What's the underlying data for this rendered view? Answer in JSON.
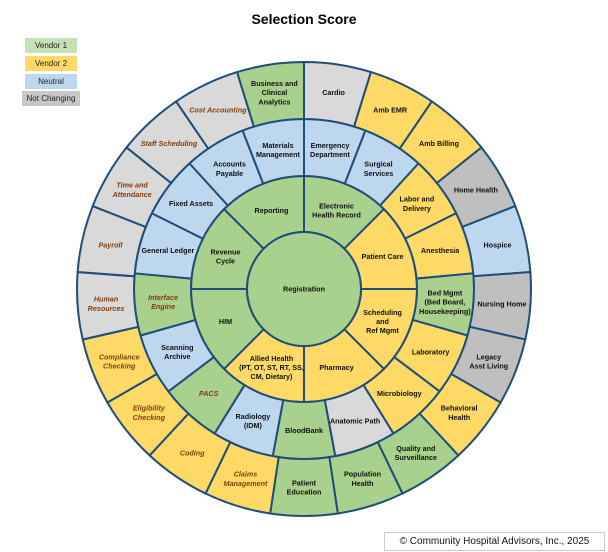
{
  "title": "Selection Score",
  "legend": [
    {
      "label": "Vendor 1",
      "color": "#c5e0b4"
    },
    {
      "label": "Vendor 2",
      "color": "#ffd966"
    },
    {
      "label": "Neutral",
      "color": "#bdd7ee"
    },
    {
      "label": "Not Changing",
      "color": "#c8c8c8"
    }
  ],
  "colors": {
    "green": "#a9d18e",
    "yellow": "#ffd966",
    "blue": "#bdd7ee",
    "gray": "#d9d9d9",
    "darkgray": "#bfbfbf",
    "stroke": "#1f4e79"
  },
  "center": {
    "label": [
      "Registration"
    ],
    "color": "green"
  },
  "rings": [
    {
      "name": "core",
      "segments": [
        {
          "label": [
            "Electronic",
            "Health Record"
          ],
          "color": "green"
        },
        {
          "label": [
            "Patient Care"
          ],
          "color": "yellow"
        },
        {
          "label": [
            "Scheduling",
            "and",
            "Ref Mgmt"
          ],
          "color": "yellow"
        },
        {
          "label": [
            "Pharmacy"
          ],
          "color": "yellow"
        },
        {
          "label": [
            "Allied Health",
            "(PT, OT, ST, RT, SS,",
            "CM, Dietary)"
          ],
          "color": "yellow"
        },
        {
          "label": [
            "HIM"
          ],
          "color": "green"
        },
        {
          "label": [
            "Revenue",
            "Cycle"
          ],
          "color": "green"
        },
        {
          "label": [
            "Reporting"
          ],
          "color": "green"
        }
      ]
    },
    {
      "name": "middle",
      "segments": [
        {
          "label": [
            "Emergency",
            "Department"
          ],
          "color": "blue"
        },
        {
          "label": [
            "Surgical",
            "Services"
          ],
          "color": "blue"
        },
        {
          "label": [
            "Labor and",
            "Delivery"
          ],
          "color": "yellow"
        },
        {
          "label": [
            "Anesthesia"
          ],
          "color": "yellow"
        },
        {
          "label": [
            "Bed Mgmt",
            "(Bed Board,",
            "Housekeeping)"
          ],
          "color": "green"
        },
        {
          "label": [
            "Laboratory"
          ],
          "color": "yellow"
        },
        {
          "label": [
            "Microbiology"
          ],
          "color": "yellow"
        },
        {
          "label": [
            "Anatomic Path"
          ],
          "color": "gray"
        },
        {
          "label": [
            "BloodBank"
          ],
          "color": "green"
        },
        {
          "label": [
            "Radiology",
            "(IDM)"
          ],
          "color": "blue"
        },
        {
          "label": [
            "PACS"
          ],
          "color": "green",
          "italic": true
        },
        {
          "label": [
            "Scanning",
            "Archive"
          ],
          "color": "blue"
        },
        {
          "label": [
            "Interface",
            "Engine"
          ],
          "color": "green",
          "italic": true
        },
        {
          "label": [
            "General Ledger"
          ],
          "color": "blue"
        },
        {
          "label": [
            "Fixed Assets"
          ],
          "color": "blue"
        },
        {
          "label": [
            "Accounts",
            "Payable"
          ],
          "color": "blue"
        },
        {
          "label": [
            "Materials",
            "Management"
          ],
          "color": "blue"
        }
      ]
    },
    {
      "name": "outer",
      "segments": [
        {
          "label": [
            "Cardio"
          ],
          "color": "gray"
        },
        {
          "label": [
            "Amb EMR"
          ],
          "color": "yellow"
        },
        {
          "label": [
            "Amb Billing"
          ],
          "color": "yellow"
        },
        {
          "label": [
            "Home Health"
          ],
          "color": "darkgray"
        },
        {
          "label": [
            "Hospice"
          ],
          "color": "blue"
        },
        {
          "label": [
            "Nursing Home"
          ],
          "color": "darkgray"
        },
        {
          "label": [
            "Legacy",
            "Asst Living"
          ],
          "color": "darkgray"
        },
        {
          "label": [
            "Behavioral",
            "Health"
          ],
          "color": "yellow"
        },
        {
          "label": [
            "Quality and",
            "Surveillance"
          ],
          "color": "green"
        },
        {
          "label": [
            "Population",
            "Health"
          ],
          "color": "green"
        },
        {
          "label": [
            "Patient",
            "Education"
          ],
          "color": "green"
        },
        {
          "label": [
            "Claims",
            "Management"
          ],
          "color": "yellow",
          "italic": true
        },
        {
          "label": [
            "Coding"
          ],
          "color": "yellow",
          "italic": true
        },
        {
          "label": [
            "Eligibility",
            "Checking"
          ],
          "color": "yellow",
          "italic": true
        },
        {
          "label": [
            "Compliance",
            "Checking"
          ],
          "color": "yellow",
          "italic": true
        },
        {
          "label": [
            "Human",
            "Resources"
          ],
          "color": "gray",
          "italic": true
        },
        {
          "label": [
            "Payroll"
          ],
          "color": "gray",
          "italic": true
        },
        {
          "label": [
            "Time and",
            "Attendance"
          ],
          "color": "gray",
          "italic": true
        },
        {
          "label": [
            "Staff Scheduling"
          ],
          "color": "gray",
          "italic": true
        },
        {
          "label": [
            "Cost Accounting"
          ],
          "color": "gray",
          "italic": true
        },
        {
          "label": [
            "Business and",
            "Clinical",
            "Analytics"
          ],
          "color": "green"
        }
      ]
    }
  ],
  "copyright": "© Community Hospital Advisors, Inc., 2025"
}
